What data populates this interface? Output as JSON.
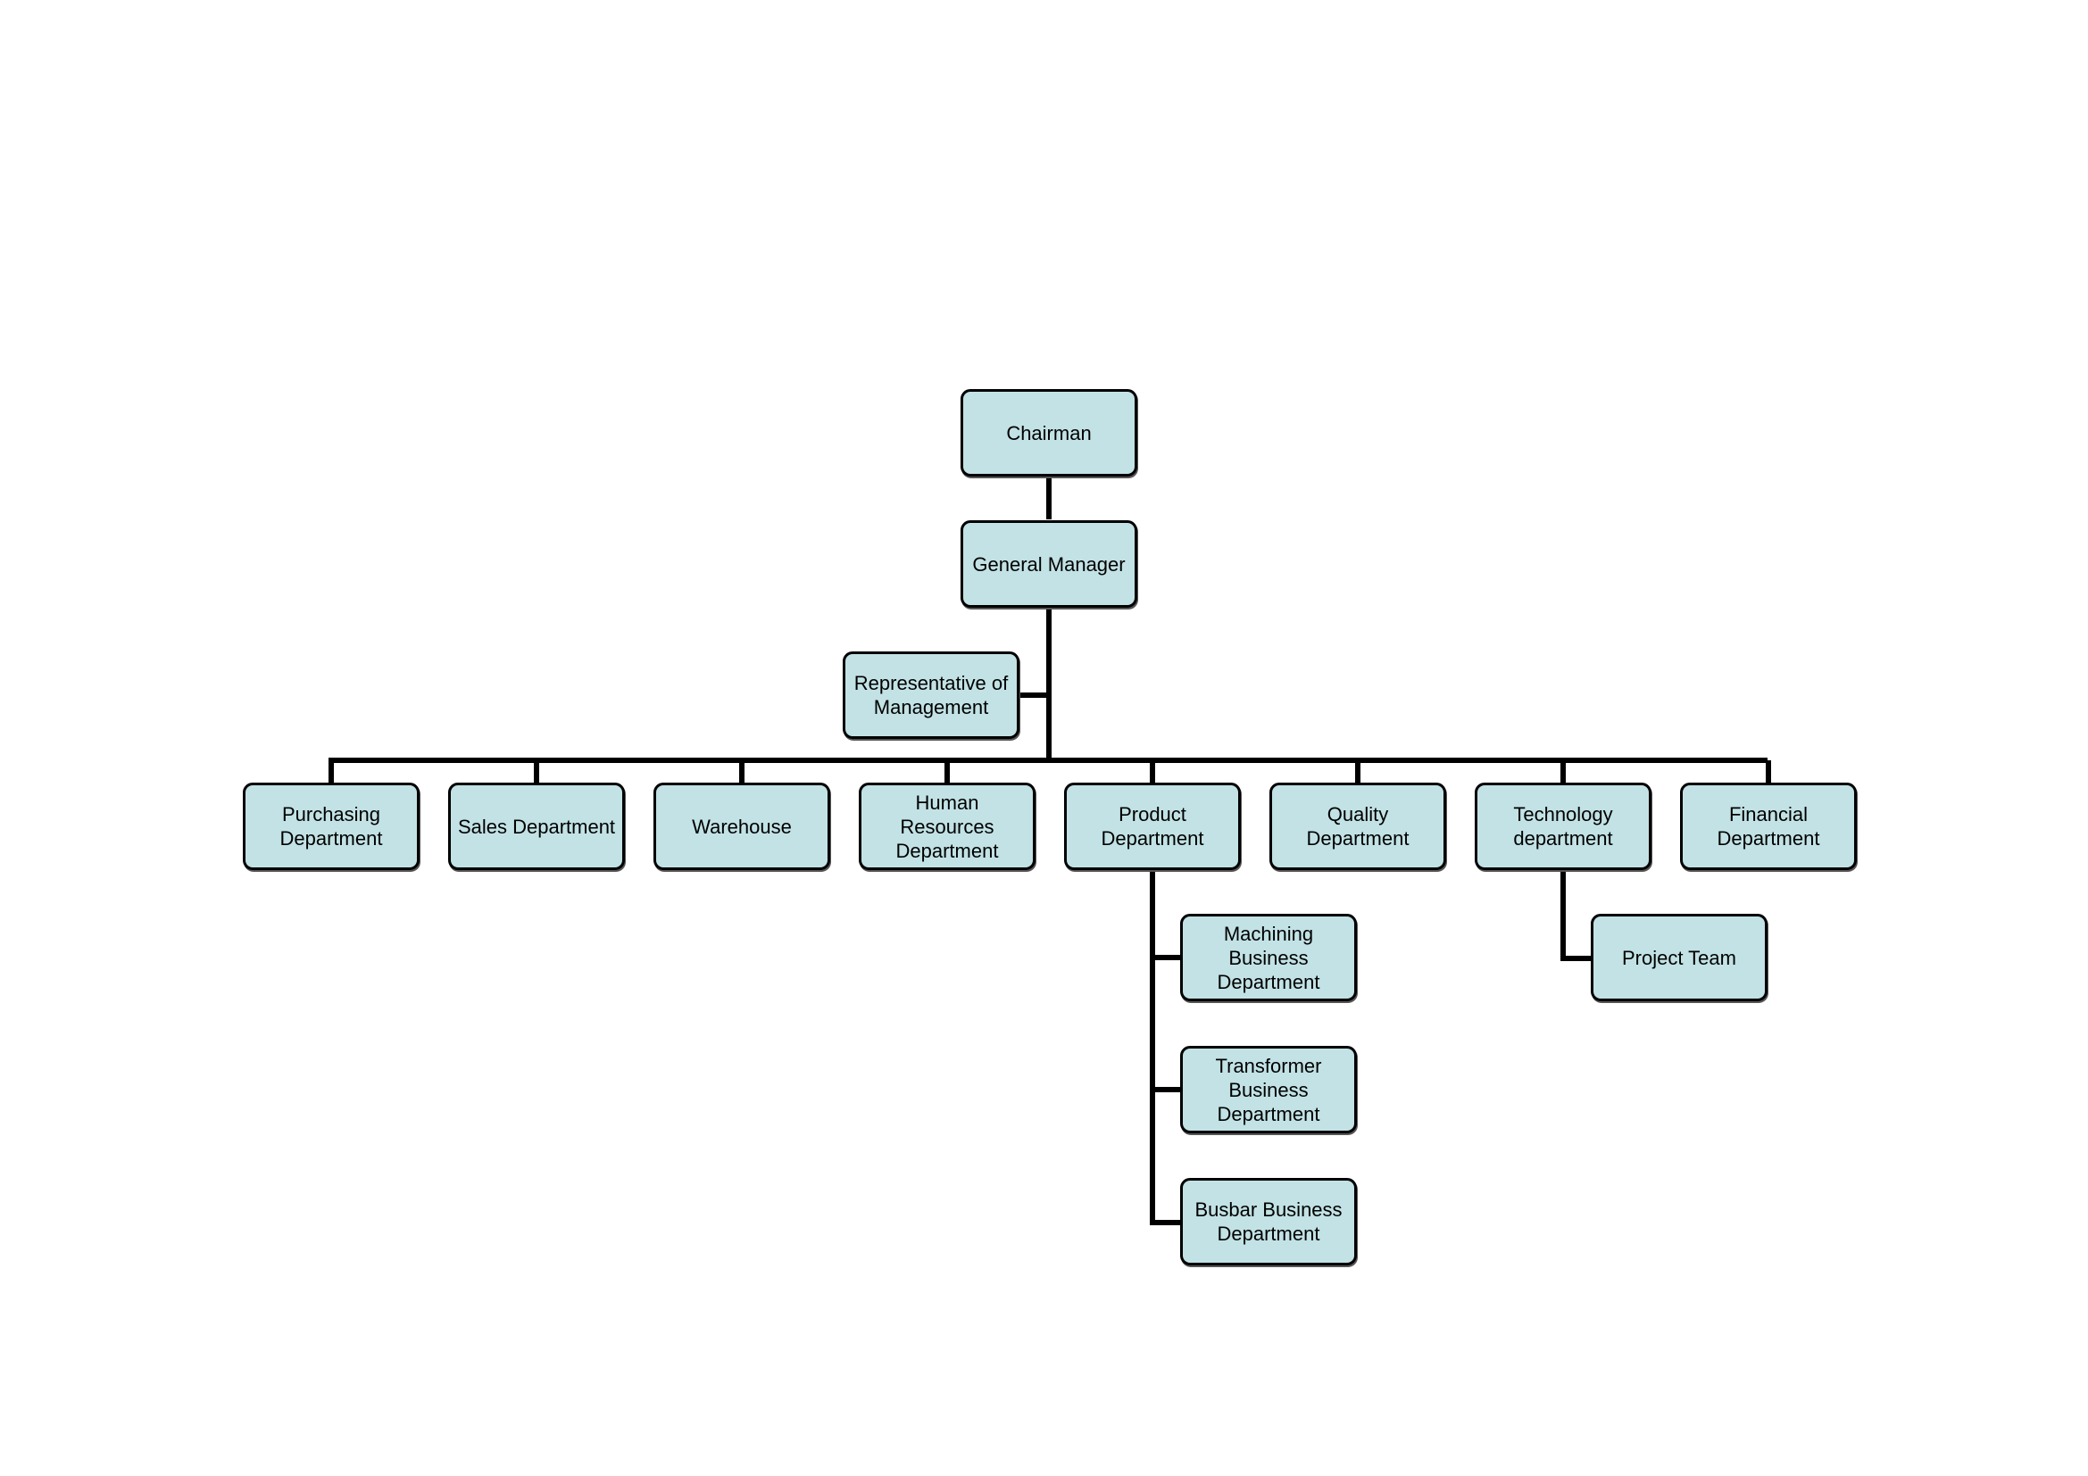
{
  "colors": {
    "box_fill": "#c2e2e5",
    "box_border": "#000000",
    "connector": "#000000",
    "background": "#ffffff"
  },
  "nodes": {
    "chairman": "Chairman",
    "general_manager": "General Manager",
    "representative": "Representative of\nManagement",
    "purchasing": "Purchasing\nDepartment",
    "sales": "Sales Department",
    "warehouse": "Warehouse",
    "human_resources": "Human\nResources\nDepartment",
    "product": "Product\nDepartment",
    "quality": "Quality\nDepartment",
    "technology": "Technology\ndepartment",
    "financial": "Financial\nDepartment",
    "machining": "Machining\nBusiness\nDepartment",
    "transformer": "Transformer\nBusiness\nDepartment",
    "busbar": "Busbar Business\nDepartment",
    "project_team": "Project Team"
  }
}
